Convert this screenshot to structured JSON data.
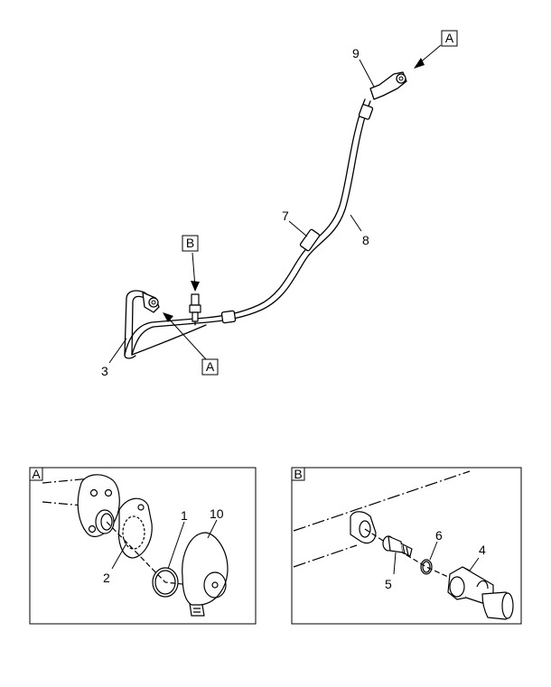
{
  "callouts": {
    "main": {
      "n9": "9",
      "n7": "7",
      "n8": "8",
      "n3": "3",
      "boxA_top": "A",
      "boxB_top": "B",
      "boxA_bottom": "A"
    },
    "detail_a": {
      "tag": "A",
      "n1": "1",
      "n2": "2",
      "n10": "10"
    },
    "detail_b": {
      "tag": "B",
      "n4": "4",
      "n5": "5",
      "n6": "6"
    }
  }
}
